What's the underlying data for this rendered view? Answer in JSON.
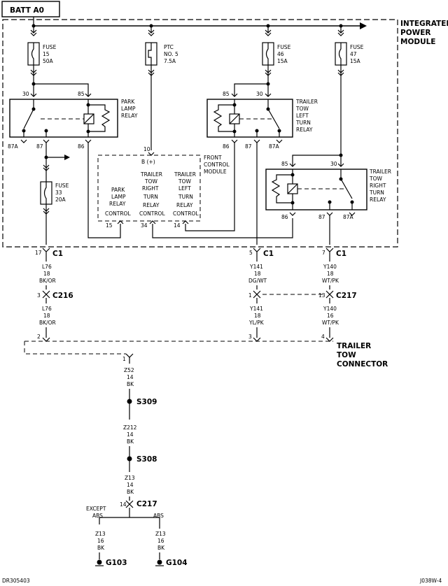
{
  "power_source": "BATT A0",
  "module": {
    "line1": "INTEGRATED",
    "line2": "POWER",
    "line3": "MODULE"
  },
  "fuses": [
    {
      "l1": "FUSE",
      "l2": "15",
      "l3": "50A"
    },
    {
      "l1": "PTC",
      "l2": "NO. 5",
      "l3": "7.5A"
    },
    {
      "l1": "FUSE",
      "l2": "46",
      "l3": "15A"
    },
    {
      "l1": "FUSE",
      "l2": "47",
      "l3": "15A"
    },
    {
      "l1": "FUSE",
      "l2": "33",
      "l3": "20A"
    }
  ],
  "relays": {
    "park": {
      "name": [
        "PARK",
        "LAMP",
        "RELAY"
      ],
      "pins": [
        "30",
        "85",
        "87A",
        "87",
        "86"
      ]
    },
    "left": {
      "name": [
        "TRAILER",
        "TOW",
        "LEFT",
        "TURN",
        "RELAY"
      ],
      "pins": [
        "85",
        "30",
        "86",
        "87",
        "87A"
      ]
    },
    "right": {
      "name": [
        "TRAILER",
        "TOW",
        "RIGHT",
        "TURN",
        "RELAY"
      ],
      "pins": [
        "85",
        "30",
        "86",
        "87",
        "87A"
      ]
    }
  },
  "fcm": {
    "name": [
      "FRONT",
      "CONTROL",
      "MODULE"
    ],
    "pin_top": "10",
    "bplus": "B (+)",
    "col1": [
      "PARK",
      "LAMP",
      "RELAY",
      "CONTROL"
    ],
    "col2": [
      "TRAILER",
      "TOW",
      "RIGHT",
      "TURN",
      "RELAY",
      "CONTROL"
    ],
    "col3": [
      "TRAILER",
      "TOW",
      "LEFT",
      "TURN",
      "RELAY",
      "CONTROL"
    ],
    "pins": [
      "15",
      "34",
      "14"
    ]
  },
  "connectors": {
    "c1": "C1",
    "c216": "C216",
    "c217": "C217",
    "pins_c1": [
      "17",
      "5",
      "7"
    ],
    "pins_c216": [
      "3"
    ],
    "pins_c217": [
      "1",
      "13"
    ],
    "c217_ground_pin": "14"
  },
  "wires": [
    {
      "l1": "L76",
      "l2": "18",
      "l3": "BK/OR"
    },
    {
      "l1": "L76",
      "l2": "18",
      "l3": "BK/OR"
    },
    {
      "l1": "Y141",
      "l2": "18",
      "l3": "DG/WT"
    },
    {
      "l1": "Y141",
      "l2": "18",
      "l3": "YL/PK"
    },
    {
      "l1": "Y140",
      "l2": "18",
      "l3": "WT/PK"
    },
    {
      "l1": "Y140",
      "l2": "16",
      "l3": "WT/PK"
    },
    {
      "l1": "Z52",
      "l2": "14",
      "l3": "BK"
    },
    {
      "l1": "Z212",
      "l2": "14",
      "l3": "BK"
    },
    {
      "l1": "Z13",
      "l2": "14",
      "l3": "BK"
    },
    {
      "l1": "Z13",
      "l2": "16",
      "l3": "BK"
    },
    {
      "l1": "Z13",
      "l2": "16",
      "l3": "BK"
    }
  ],
  "trailer_connector": {
    "l1": "TRAILER",
    "l2": "TOW",
    "l3": "CONNECTOR",
    "pins": [
      "2",
      "3",
      "4",
      "1"
    ]
  },
  "splices": [
    "S309",
    "S308"
  ],
  "grounds": [
    "G103",
    "G104"
  ],
  "branch_labels": {
    "except": "EXCEPT",
    "abs_left": "ABS",
    "abs_right": "ABS"
  },
  "footer": {
    "left": "DR305403",
    "right": "J038W-4"
  }
}
